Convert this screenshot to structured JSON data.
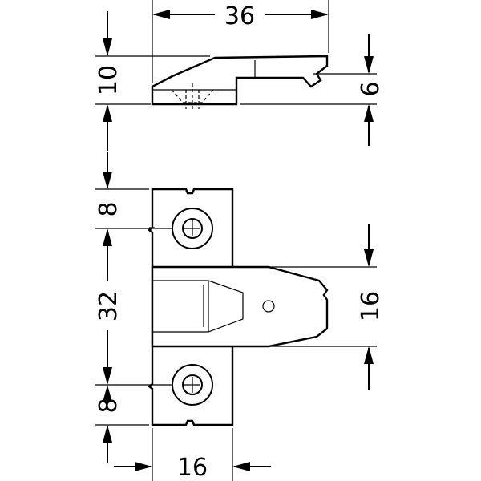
{
  "dimensions": {
    "top_width": "36",
    "side_height": "10",
    "side_lip": "6",
    "front_top_segment": "8",
    "front_middle_segment": "32",
    "front_bottom_segment": "8",
    "front_plate_width": "16",
    "latch_width": "16"
  },
  "colors": {
    "ink": "#000000",
    "paper": "#ffffff"
  }
}
